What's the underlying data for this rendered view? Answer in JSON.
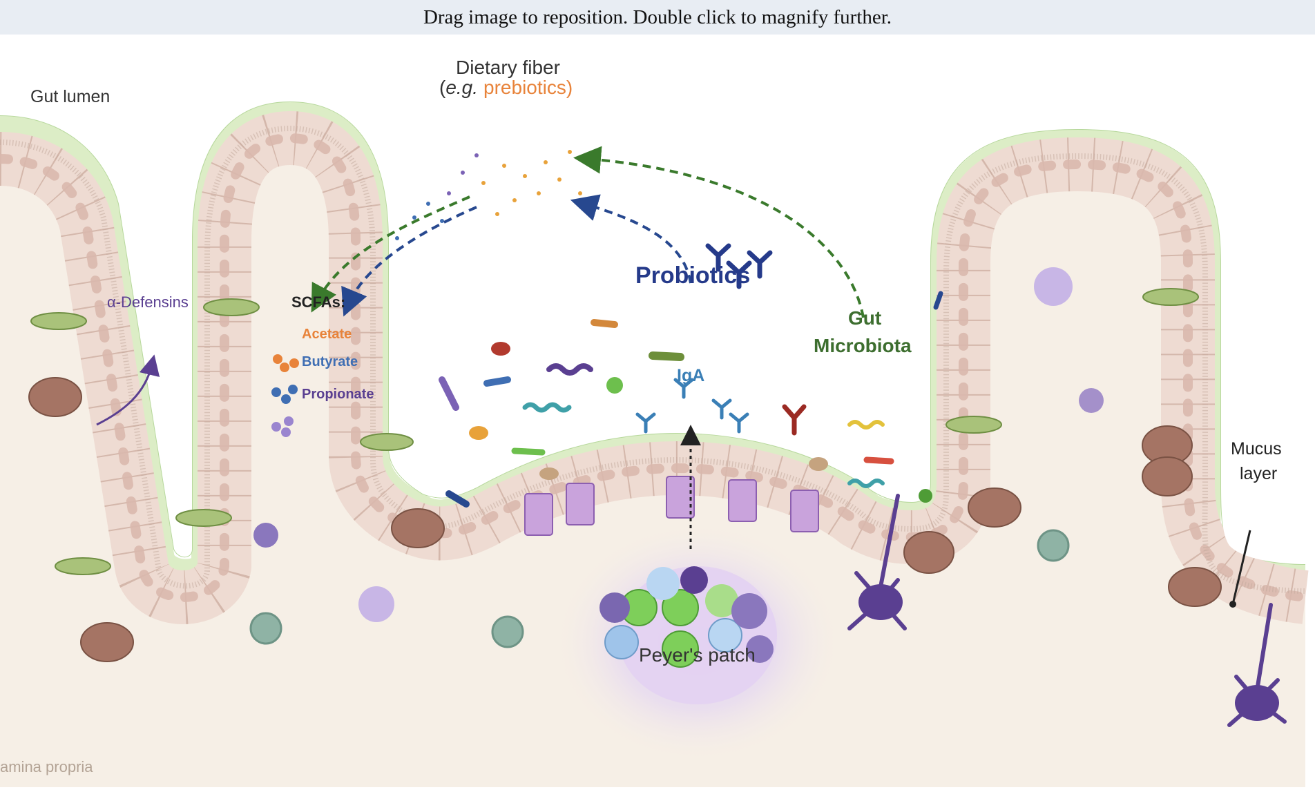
{
  "viewer": {
    "hint": "Drag image to reposition. Double click to magnify further."
  },
  "diagram": {
    "gut_lumen": "Gut lumen",
    "dietary_fiber": "Dietary fiber",
    "eg_open": "(",
    "eg": "e.g.",
    "prebiotics": "prebiotics)",
    "probiotics": "Probiotics",
    "gut_microbiota_line1": "Gut",
    "gut_microbiota_line2": "Microbiota",
    "defensins": "α-Defensins",
    "scfas": "SCFAs:",
    "acetate": "Acetate",
    "butyrate": "Butyrate",
    "propionate": "Propionate",
    "iga": "IgA",
    "mucus_line1": "Mucus",
    "mucus_line2": "layer",
    "peyers_patch": "Peyer's patch",
    "lamina_propria": "amina propria"
  },
  "colors": {
    "tissue": "#f6efe6",
    "mucus": "#dcedc6",
    "mucus_edge": "#a9cf87",
    "epithelium": "#eedbd2",
    "epithelium_edge": "#c9a89a",
    "nucleus": "#d9b8ad",
    "paneth": "#a57464",
    "goblet": "#9bb56a",
    "m_cell": "#c9a3dc",
    "immune_purple": "#5a3f91",
    "immune_green": "#6dbf4d",
    "immune_blue": "#9fc4ea",
    "acetate": "#e8833a",
    "butyrate": "#3f6eb3",
    "propionate": "#7b62b5",
    "probiotics_text": "#253a8a",
    "microbiota_text": "#3d6e2f",
    "iga_text": "#3a7fb6",
    "arrow_green": "#3a7a2c",
    "arrow_blue": "#27488f"
  }
}
